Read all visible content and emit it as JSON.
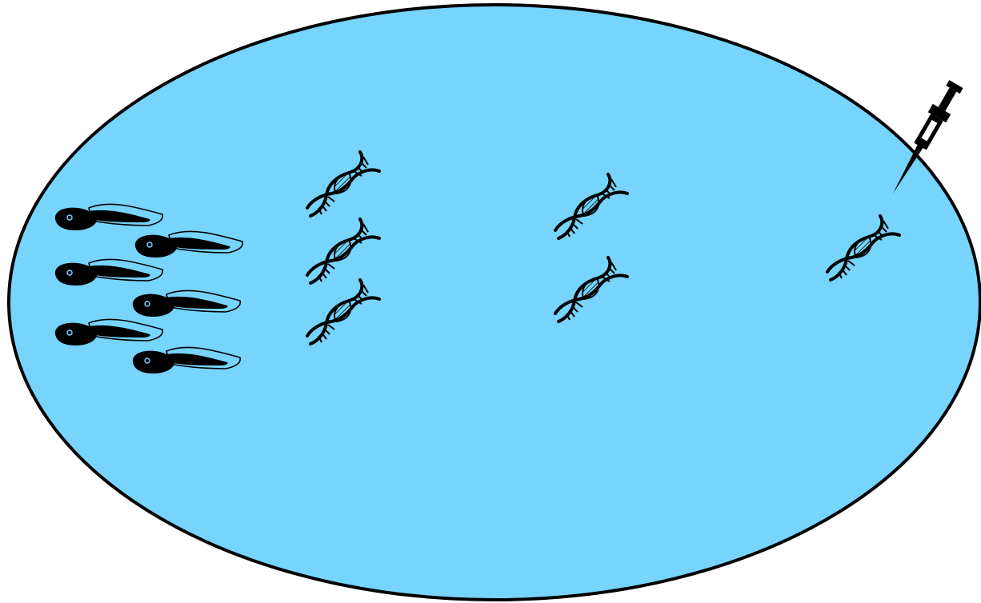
{
  "colors": {
    "water": "#76d4fd",
    "outline": "#000000",
    "tadpole_body": "#000000",
    "tadpole_eye": "#76d4fd",
    "background": "#ffffff"
  },
  "icons": {
    "pond": "pond-ellipse",
    "tadpole": "tadpole-icon",
    "dna": "dna-helix-icon",
    "pipette": "pipette-icon"
  },
  "groups": {
    "tadpoles": {
      "count": 6
    },
    "dna_left": {
      "count": 3
    },
    "dna_middle": {
      "count": 2
    },
    "dna_right": {
      "count": 1
    },
    "pipette": {
      "count": 1
    }
  }
}
